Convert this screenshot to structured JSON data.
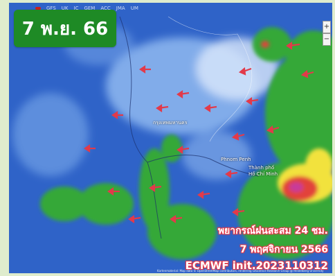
{
  "top_bar": {
    "items": [
      "",
      "",
      "",
      "",
      "",
      "GFS",
      "UK",
      "IC",
      "GEM",
      "ACC",
      "JMA",
      "UM"
    ],
    "active_index": 4,
    "active_color": "#c8201d"
  },
  "date_badge": {
    "text": "7 พ.ย. 66",
    "color": "#1e8a25"
  },
  "map": {
    "city_labels": {
      "bangkok": "กรุงเทพมหานคร",
      "phnom_penh": "Phnom Penh",
      "hcmc_line1": "Thành phố",
      "hcmc_line2": "Hồ Chí Minh"
    },
    "arrow_color": "#e23a4a",
    "rain_colors": {
      "base_blue": "#2f63c8",
      "light_blue": "#8fb8f0",
      "green": "#34a838",
      "yellow": "#f2e23c",
      "red": "#e2423a",
      "magenta": "#c83a9a"
    },
    "controls": {
      "zoom_in": "+",
      "zoom_out": "−"
    }
  },
  "overlay_text": {
    "line1": "พยากรณ์ฝนสะสม 24 ชม.",
    "line2": "7 พฤศจิกายน 2566",
    "line3": "ECMWF init.2023110312"
  },
  "attribution": "Kartenmaterial: Map data © OpenStreetMap contributors, rendering GIScience Research Group @ Heidelberg University"
}
